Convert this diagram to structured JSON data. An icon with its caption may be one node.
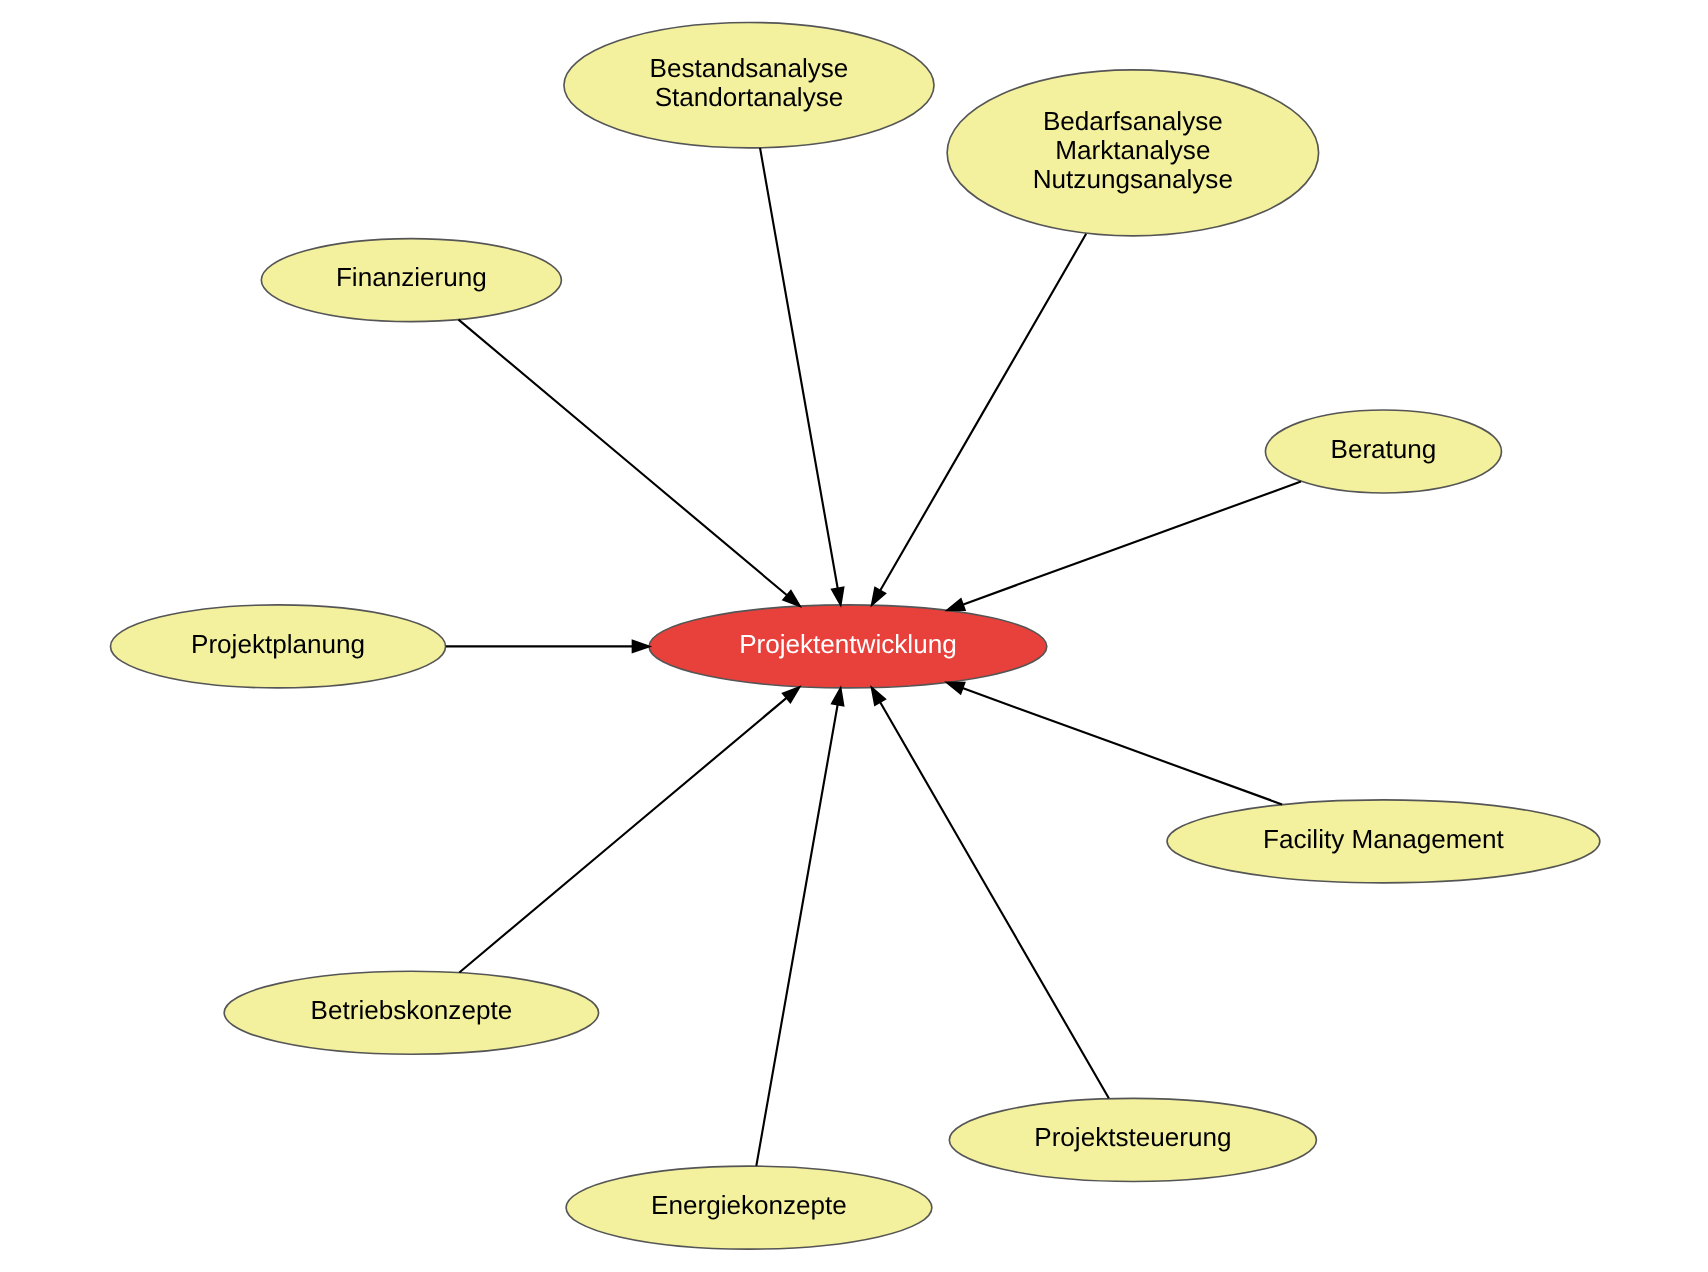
{
  "diagram": {
    "nodes": [
      {
        "text": [
          "Beratung"
        ]
      },
      {
        "text": [
          "Bedarfsanalyse Marktanalyse Nutzungsanalyse"
        ]
      },
      {
        "text": [
          "Bestandsanalyse Standortanalyse"
        ]
      },
      {
        "text": [
          "Projektentwicklung"
        ]
      },
      {
        "text": [
          "Finanzierung"
        ]
      },
      {
        "text": [
          "Projektplanung"
        ]
      },
      {
        "text": [
          "Betriebskonzepte"
        ]
      },
      {
        "text": [
          "Energiekonzepte"
        ]
      },
      {
        "text": [
          "Projektsteuerung"
        ]
      },
      {
        "text": [
          "Facility Management"
        ]
      }
    ],
    "edges": [
      {
        "from": 0,
        "to": 3,
        "arrow": "to"
      },
      {
        "from": 1,
        "to": 3,
        "arrow": "to"
      },
      {
        "from": 2,
        "to": 3,
        "arrow": "to"
      },
      {
        "from": 4,
        "to": 3,
        "arrow": "to"
      },
      {
        "from": 5,
        "to": 3,
        "arrow": "to"
      },
      {
        "from": 6,
        "to": 3,
        "arrow": "to"
      },
      {
        "from": 7,
        "to": 3,
        "arrow": "to"
      },
      {
        "from": 8,
        "to": 3,
        "arrow": "to"
      },
      {
        "from": 9,
        "to": 3,
        "arrow": "to"
      }
    ]
  }
}
